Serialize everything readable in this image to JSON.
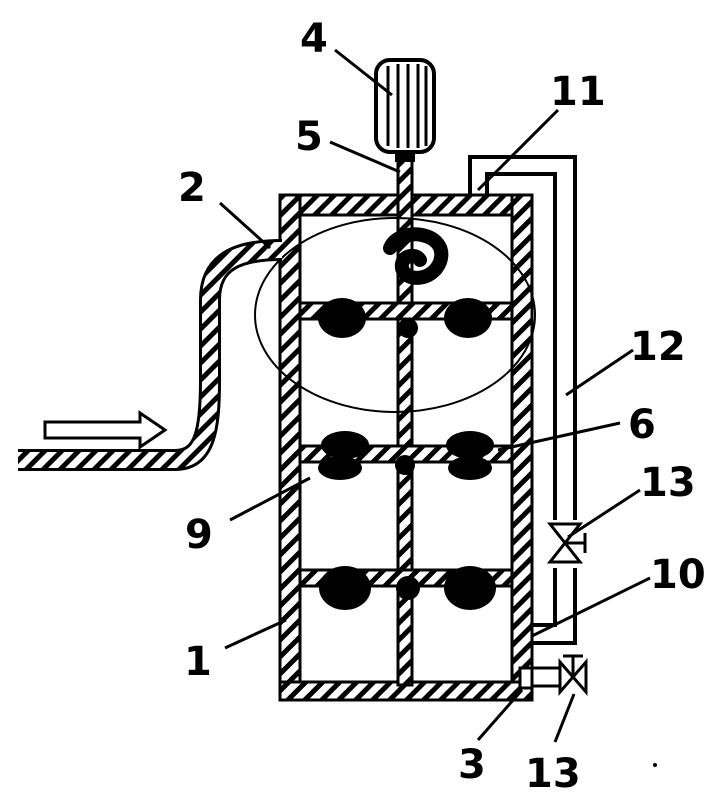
{
  "labels": {
    "vessel": "1",
    "inlet": "2",
    "bottom_outlet": "3",
    "motor": "4",
    "shaft": "5",
    "plate": "6",
    "nozzle": "9",
    "return_pipe_lower": "10",
    "return_pipe_upper": "11",
    "circulation_pipe": "12",
    "valve_upper": "13",
    "valve_lower": "13"
  },
  "colors": {
    "ink": "#000000",
    "paper": "#ffffff"
  },
  "icons": {
    "inlet_arrow": "arrow-right-icon",
    "valve": "valve-icon",
    "motor": "motor-icon"
  }
}
